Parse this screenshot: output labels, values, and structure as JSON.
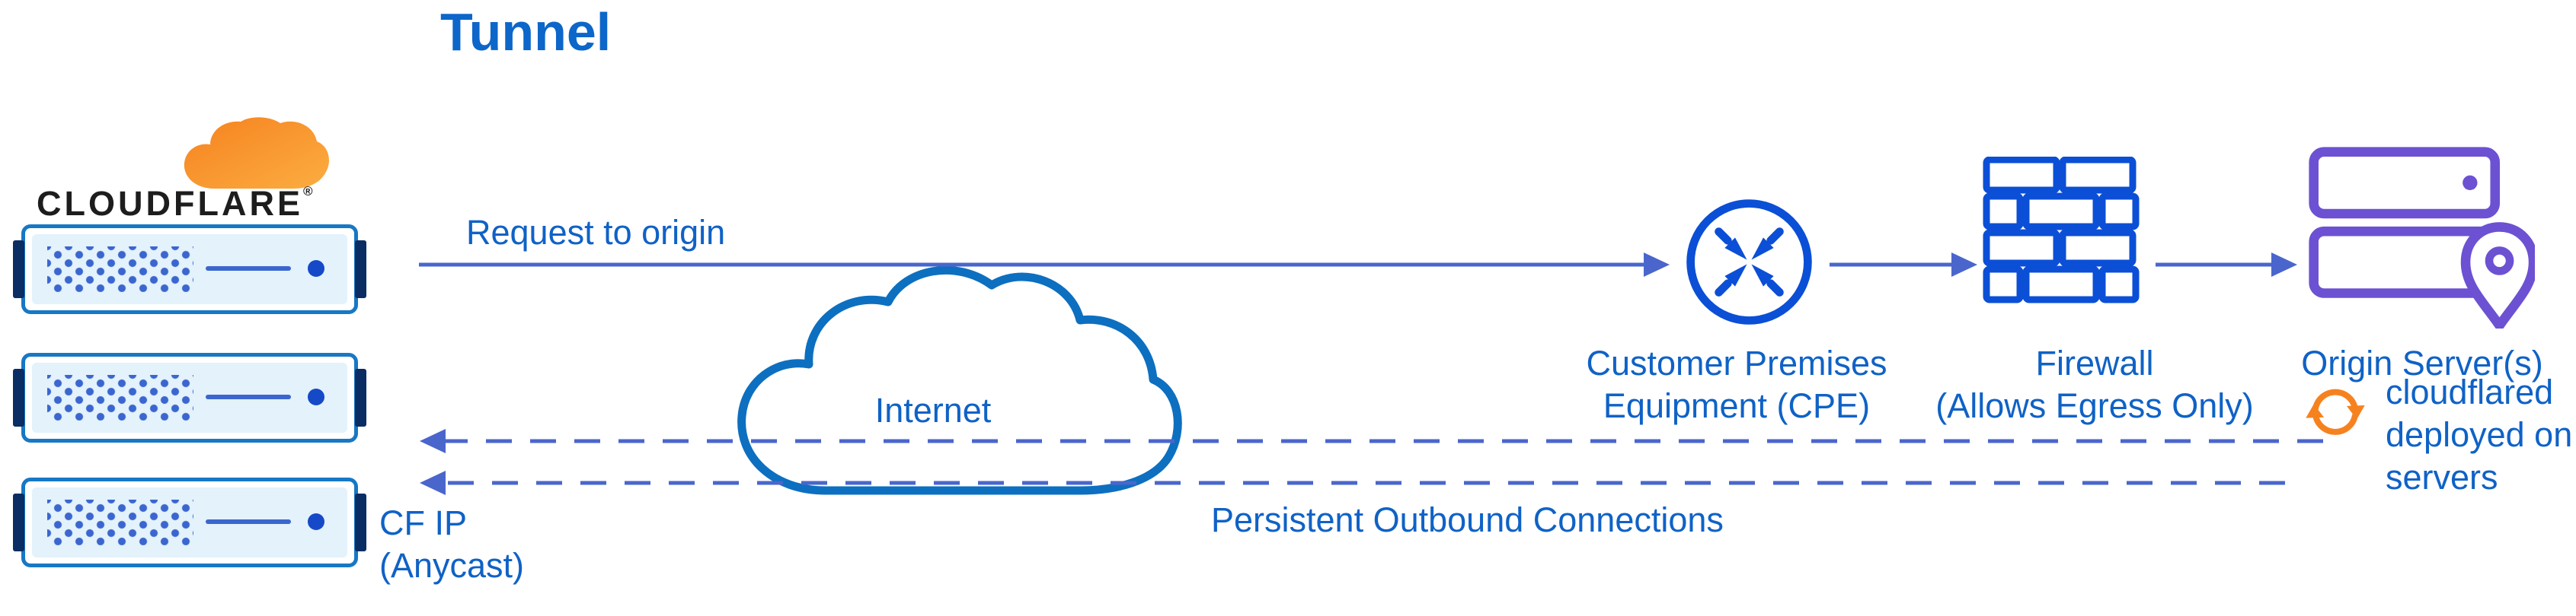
{
  "title": "Tunnel",
  "brand": {
    "name": "CLOUDFLARE",
    "reg": "®"
  },
  "labels": {
    "request": "Request to origin",
    "internet": "Internet",
    "cpe": [
      "Customer Premises",
      "Equipment (CPE)"
    ],
    "firewall": [
      "Firewall",
      "(Allows Egress Only)"
    ],
    "origin": "Origin Server(s)",
    "cloudflared": [
      "cloudflared",
      "deployed on",
      "servers"
    ],
    "persistent": "Persistent Outbound Connections",
    "cf_ip": [
      "CF IP",
      "(Anycast)"
    ]
  },
  "colors": {
    "text_blue": "#0f62c6",
    "arrow_blue": "#4a66cc",
    "icon_blue": "#0b4fd6",
    "cloud_stroke": "#0d6fc0",
    "server_border": "#1778c5",
    "server_dark": "#0a2d63",
    "server_dot": "#3b66cf",
    "origin_purple": "#6c51d3",
    "cloudflare_orange": "#f6821f",
    "cloudflare_orange_light": "#fbad41"
  }
}
